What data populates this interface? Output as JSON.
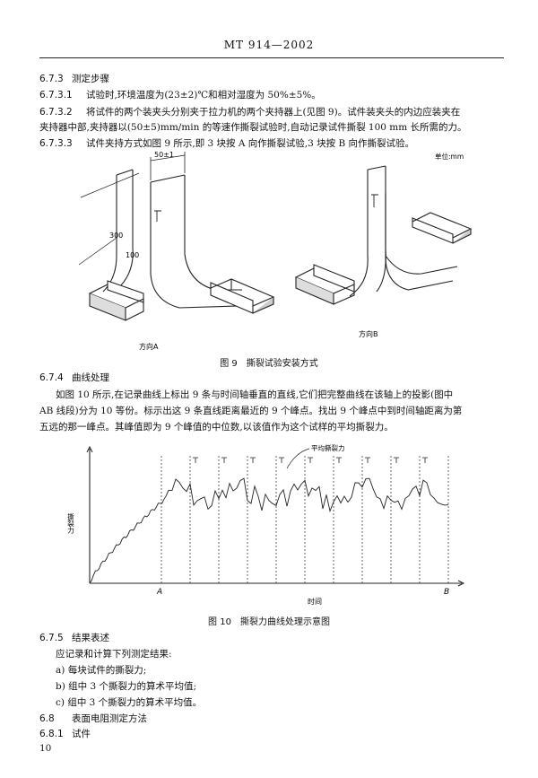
{
  "header": {
    "doc_code": "MT 914—2002"
  },
  "sections": {
    "s673": {
      "num": "6.7.3",
      "title": "测定步骤"
    },
    "s6731": {
      "num": "6.7.3.1",
      "text": "试验时,环境温度为(23±2)℃和相对湿度为 50%±5%。"
    },
    "s6732": {
      "num": "6.7.3.2",
      "line1": "将试件的两个装夹头分别夹于拉力机的两个夹持器上(见图 9)。试件装夹头的内边应装夹在",
      "line2": "夹持器中部,夹持器以(50±5)mm/min 的等速作撕裂试验时,自动记录试件撕裂 100 mm 长所需的力。"
    },
    "s6733": {
      "num": "6.7.3.3",
      "text": "试件夹持方式如图 9 所示,即 3 块按 A 向作撕裂试验,3 块按 B 向作撕裂试验。"
    },
    "s674": {
      "num": "6.7.4",
      "title": "曲线处理",
      "p1": "如图 10 所示,在记录曲线上标出 9 条与时间轴垂直的直线,它们把完整曲线在该轴上的投影(图中",
      "p2": "AB 线段)分为 10 等份。标示出这 9 条直线距离最近的 9 个峰点。找出 9 个峰点中到时间轴距离为第",
      "p3": "五远的那一峰点。其峰值即为 9 个峰值的中位数,以该值作为这个试样的平均撕裂力。"
    },
    "s675": {
      "num": "6.7.5",
      "title": "结果表述",
      "intro": "应记录和计算下列测定结果:",
      "items": [
        "a) 每块试件的撕裂力;",
        "b) 组中 3 个撕裂力的算术平均值;",
        "c) 组中 3 个撕裂力的算术平均值。"
      ]
    },
    "s68": {
      "num": "6.8",
      "title": "表面电阻测定方法"
    },
    "s681": {
      "num": "6.8.1",
      "title": "试件"
    }
  },
  "figure9": {
    "caption": "图 9　撕裂试验安装方式",
    "unit": "单位:mm",
    "dim_width": "50±1",
    "dim_300": "300",
    "dim_100": "100",
    "label_a": "方向A",
    "label_b": "方向B"
  },
  "figure10": {
    "caption": "图 10　撕裂力曲线处理示意图",
    "ylabel": "撕裂力",
    "xlabel": "时间",
    "point_a": "A",
    "point_b": "B",
    "avg_label": "平均撕裂力"
  },
  "footer": {
    "page_number": "10"
  }
}
